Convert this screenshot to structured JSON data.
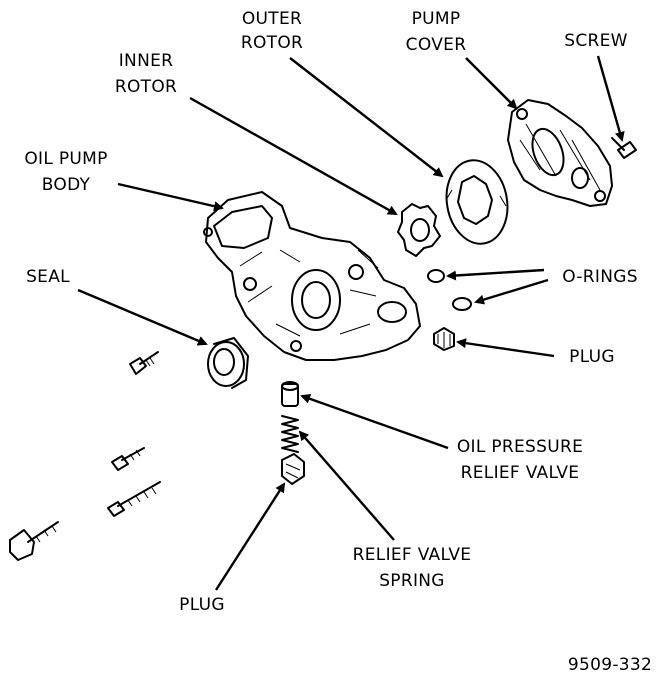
{
  "labels": {
    "outer_rotor": [
      "OUTER",
      "ROTOR"
    ],
    "pump_cover": [
      "PUMP",
      "COVER"
    ],
    "screw": "SCREW",
    "inner_rotor": [
      "INNER",
      "ROTOR"
    ],
    "oil_pump_body": [
      "OIL PUMP",
      "BODY"
    ],
    "seal": "SEAL",
    "o_rings": "O-RINGS",
    "plug_right": "PLUG",
    "oil_pressure_relief_valve": [
      "OIL  PRESSURE",
      "RELIEF VALVE"
    ],
    "relief_valve_spring": [
      "RELIEF VALVE",
      "SPRING"
    ],
    "plug_bottom": "PLUG",
    "figure_number": "9509-332"
  }
}
